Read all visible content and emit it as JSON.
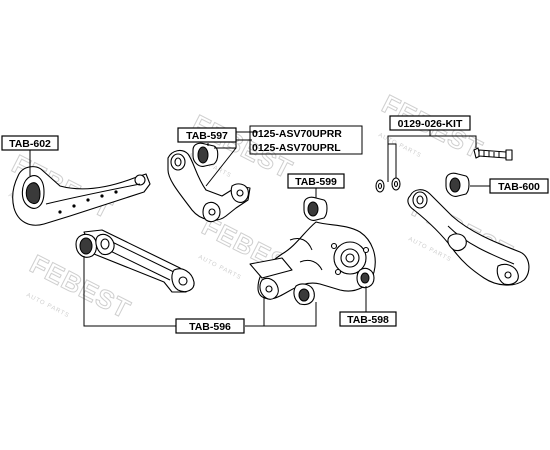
{
  "watermark": {
    "brand": "FEBEST",
    "subtitle": "AUTO PARTS"
  },
  "callouts": {
    "tab_602": "TAB-602",
    "tab_597": "TAB-597",
    "asv70_uprr": "0125-ASV70UPRR",
    "asv70_uprl": "0125-ASV70UPRL",
    "kit_0129": "0129-026-KIT",
    "tab_599": "TAB-599",
    "tab_600": "TAB-600",
    "tab_596": "TAB-596",
    "tab_598": "TAB-598"
  }
}
